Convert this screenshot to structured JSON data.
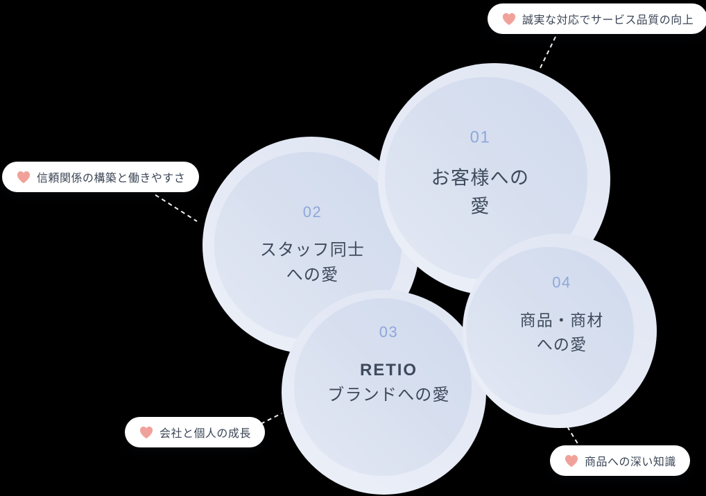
{
  "diagram": {
    "bubbles": [
      {
        "number": "01",
        "title_line1": "お客様への",
        "title_line2": "愛"
      },
      {
        "number": "02",
        "title_line1": "スタッフ同士",
        "title_line2": "への愛"
      },
      {
        "number": "03",
        "title_line1": "RETIO",
        "title_line2": "ブランドへの愛"
      },
      {
        "number": "04",
        "title_line1": "商品・商材",
        "title_line2": "への愛"
      }
    ],
    "labels": [
      {
        "icon": "heart-icon",
        "text": "誠実な対応でサービス品質の向上"
      },
      {
        "icon": "heart-icon",
        "text": "信頼関係の構築と働きやすさ"
      },
      {
        "icon": "heart-icon",
        "text": "会社と個人の成長"
      },
      {
        "icon": "heart-icon",
        "text": "商品への深い知識"
      }
    ],
    "colors": {
      "background": "#000000",
      "bubble_outer": "#e6eaf5",
      "bubble_inner_start": "#d1dbee",
      "bubble_inner_end": "#e3e8f3",
      "number_text": "#8fa7d9",
      "bubble_text": "#3e4a5c",
      "label_background": "#ffffff",
      "label_text": "#3b4656",
      "heart": "#f0a29a",
      "connector": "#ffffff"
    }
  }
}
